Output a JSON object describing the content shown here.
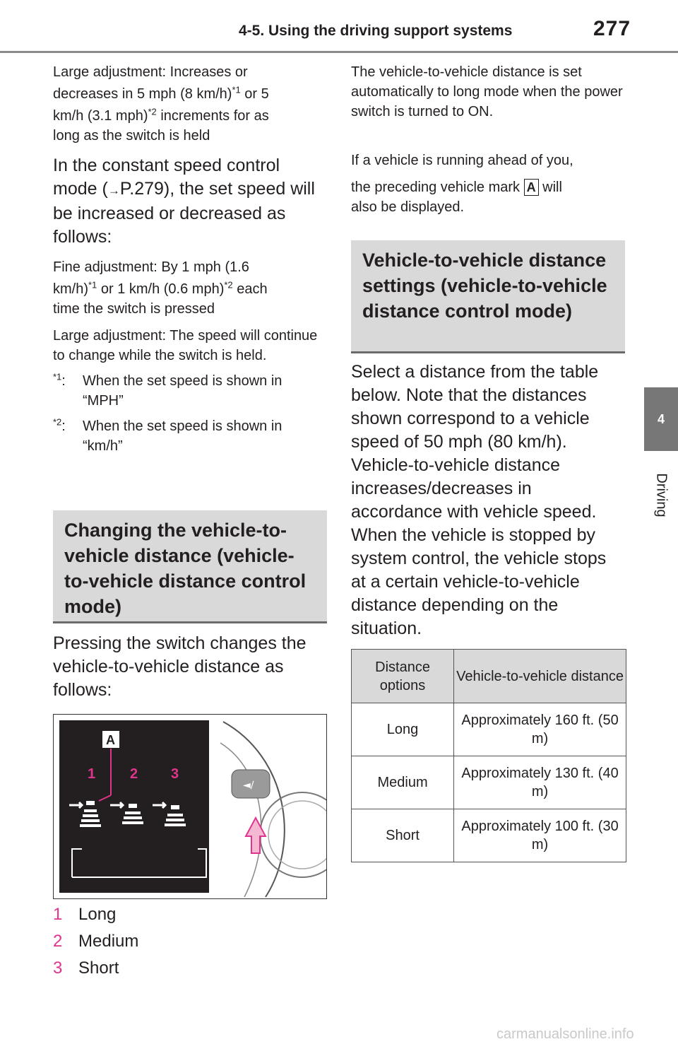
{
  "header": {
    "section": "4-5. Using the driving support systems",
    "page_number": "277"
  },
  "side_tab": {
    "chapter": "4",
    "label": "Driving"
  },
  "left": {
    "p1_a": "Large adjustment: Increases or",
    "p1_b": "decreases in 5 mph (8 km/h)",
    "p1_b_sup": "*1",
    "p1_b_tail": " or 5",
    "p1_c": "km/h (3.1 mph)",
    "p1_c_sup": "*2",
    "p1_c_tail": " increments for as",
    "p1_d": "long as the switch is held",
    "p2": "In the constant speed control mode (",
    "p2_arrow": "→",
    "p2_ref": "P.279), the set speed will be increased or decreased as follows:",
    "p3_a": "Fine adjustment: By 1 mph (1.6",
    "p3_b": "km/h)",
    "p3_b_sup": "*1",
    "p3_b_mid": " or 1 km/h (0.6 mph)",
    "p3_b_sup2": "*2",
    "p3_b_tail": " each",
    "p3_c": "time the switch is pressed",
    "p4": "Large adjustment: The speed will continue to change while the switch is held.",
    "fn1_mark": "*1",
    "fn1_text": "When the set speed is shown in “MPH”",
    "fn2_mark": "*2",
    "fn2_text": "When the set speed is shown in “km/h”",
    "heading": "Changing the vehicle-to-vehicle distance (vehicle-to-vehicle distance control mode)",
    "p5": "Pressing the switch changes the vehicle-to-vehicle distance as follows:",
    "figure": {
      "callout": "A",
      "labels": [
        "1",
        "2",
        "3"
      ]
    },
    "list": [
      {
        "num": "1",
        "text": "Long"
      },
      {
        "num": "2",
        "text": "Medium"
      },
      {
        "num": "3",
        "text": "Short"
      }
    ]
  },
  "right": {
    "p1": "The vehicle-to-vehicle distance is set automatically to long mode when the power switch is turned to ON.",
    "p2_a": "If a vehicle is running ahead of you,",
    "p2_b": "the preceding vehicle mark ",
    "p2_mark": "A",
    "p2_c": " will",
    "p2_d": "also be displayed.",
    "heading": "Vehicle-to-vehicle distance settings (vehicle-to-vehicle distance control mode)",
    "p3": "Select a distance from the table below. Note that the distances shown correspond to a vehicle speed of 50 mph (80 km/h). Vehicle-to-vehicle distance increases/decreases in accordance with vehicle speed. When the vehicle is stopped by system control, the vehicle stops at a certain vehicle-to-vehicle distance depending on the situation.",
    "table": {
      "headers": [
        "Distance options",
        "Vehicle-to-vehicle distance"
      ],
      "rows": [
        [
          "Long",
          "Approximately 160 ft. (50 m)"
        ],
        [
          "Medium",
          "Approximately 130 ft. (40 m)"
        ],
        [
          "Short",
          "Approximately 100 ft. (30 m)"
        ]
      ]
    }
  },
  "watermark": "carmanualsonline.info"
}
